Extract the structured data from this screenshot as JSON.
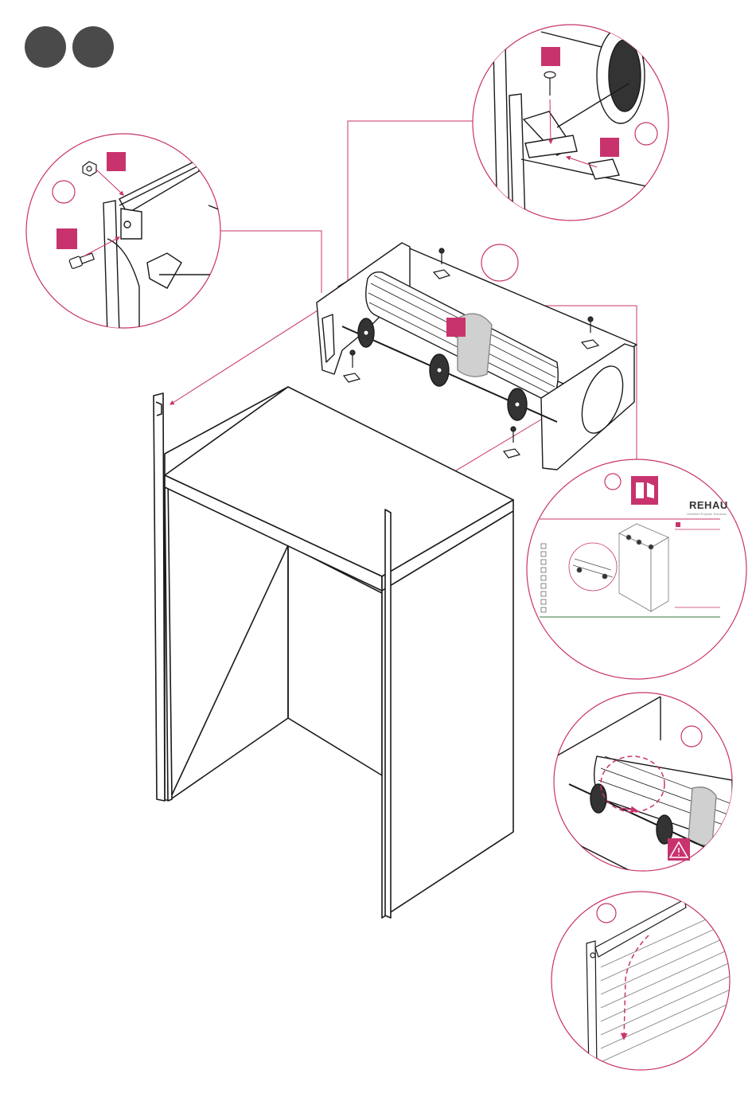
{
  "colors": {
    "accent": "#c8336e",
    "line": "#1a1a1a",
    "step_dot": "#4a4a4a",
    "tape": "#d0d0d0",
    "panel": "#ffffff"
  },
  "brand": {
    "name": "REHAU",
    "tagline": "Unlimited Polymer Solutions"
  },
  "icons": {
    "step_markers": "two-dark-circles",
    "warning": "warning-triangle-icon",
    "manual": "manual-book-icon",
    "screw": "screw-icon",
    "nut": "hex-nut-icon",
    "bracket": "mounting-bracket-icon"
  }
}
